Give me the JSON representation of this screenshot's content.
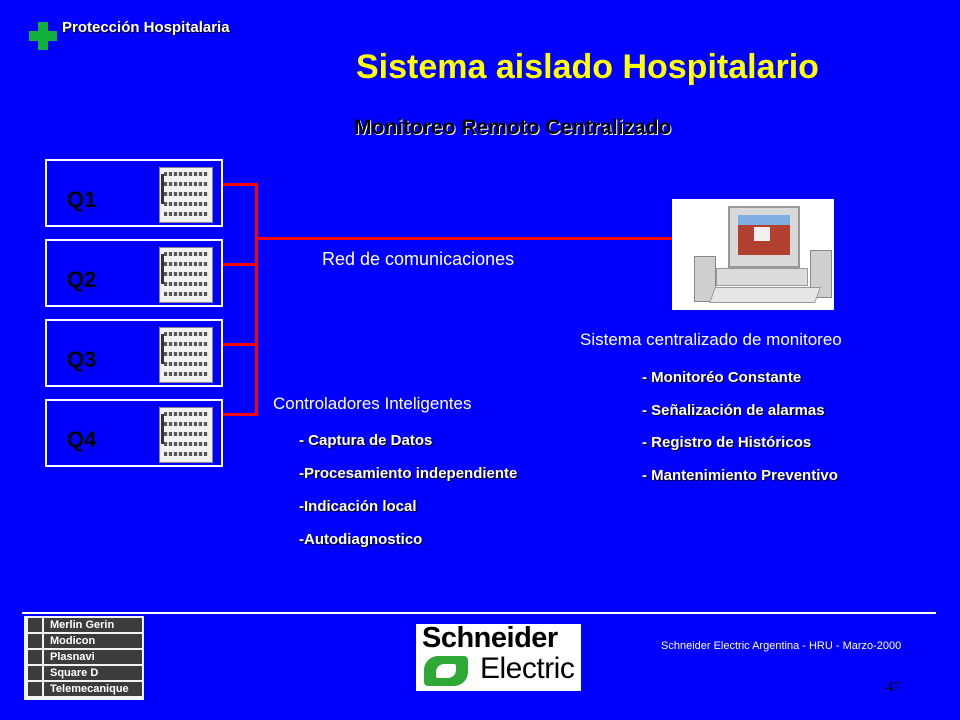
{
  "header": {
    "brand_text": "Protección Hospitalaria",
    "title": "Sistema aislado Hospitalario",
    "subtitle": "Monitoreo Remoto Centralizado"
  },
  "panels": [
    {
      "label": "Q1"
    },
    {
      "label": "Q2"
    },
    {
      "label": "Q3"
    },
    {
      "label": "Q4"
    }
  ],
  "network": {
    "label": "Red de comunicaciones"
  },
  "central": {
    "label": "Sistema centralizado de monitoreo",
    "items": [
      "- Monitoréo Constante",
      "- Señalización de alarmas",
      "- Registro de Históricos",
      "- Mantenimiento Preventivo"
    ]
  },
  "controllers": {
    "label": "Controladores Inteligentes",
    "items": [
      "- Captura de Datos",
      "-Procesamiento independiente",
      "-Indicación local",
      "-Autodiagnostico"
    ]
  },
  "footer": {
    "brands": [
      "Merlin Gerin",
      "Modicon",
      "Plasnavi",
      "Square D",
      "Telemecanique"
    ],
    "logo_top": "Schneider",
    "logo_bottom": "Electric",
    "credit": "Schneider Electric Argentina - HRU  -  Marzo-2000",
    "page_number": "47"
  },
  "colors": {
    "background": "#0000ff",
    "title": "#ffff00",
    "network_line": "#ff0000",
    "cross": "#12b03a"
  }
}
